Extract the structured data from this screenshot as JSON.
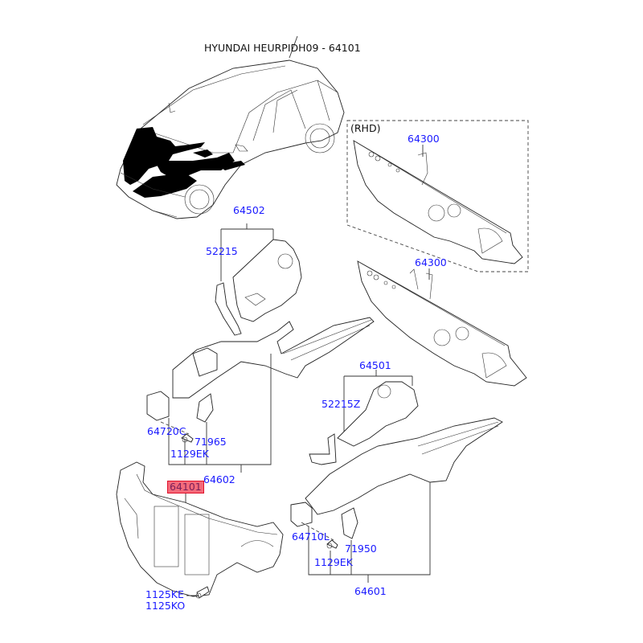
{
  "diagram": {
    "title": "HYUNDAI HEURPIDH09 - 64101",
    "highlight_color": "#f46a7a",
    "label_color": "#1a1aff",
    "group_note": "(RHD)",
    "labels": {
      "p64502": "64502",
      "p52215": "52215",
      "p64300_rhd": "64300",
      "p64300": "64300",
      "p64501": "64501",
      "p52215z": "52215Z",
      "p64720c": "64720C",
      "p71965": "71965",
      "p1129ek_a": "1129EK",
      "p64602": "64602",
      "p64101": "64101",
      "p64710l": "64710L",
      "p71950": "71950",
      "p1129ek_b": "1129EK",
      "p64601": "64601",
      "p1125ke": "1125KE",
      "p1125ko": "1125KO"
    },
    "parts": [
      {
        "id": "car",
        "icon": "car-overview-icon"
      },
      {
        "id": "64300-rhd",
        "icon": "dash-panel-icon"
      },
      {
        "id": "64300",
        "icon": "dash-panel-icon"
      },
      {
        "id": "64502",
        "icon": "fender-apron-icon"
      },
      {
        "id": "64602",
        "icon": "side-member-icon"
      },
      {
        "id": "64501",
        "icon": "fender-apron-icon"
      },
      {
        "id": "64601",
        "icon": "side-member-icon"
      },
      {
        "id": "64101",
        "icon": "front-carrier-panel-icon"
      }
    ]
  }
}
